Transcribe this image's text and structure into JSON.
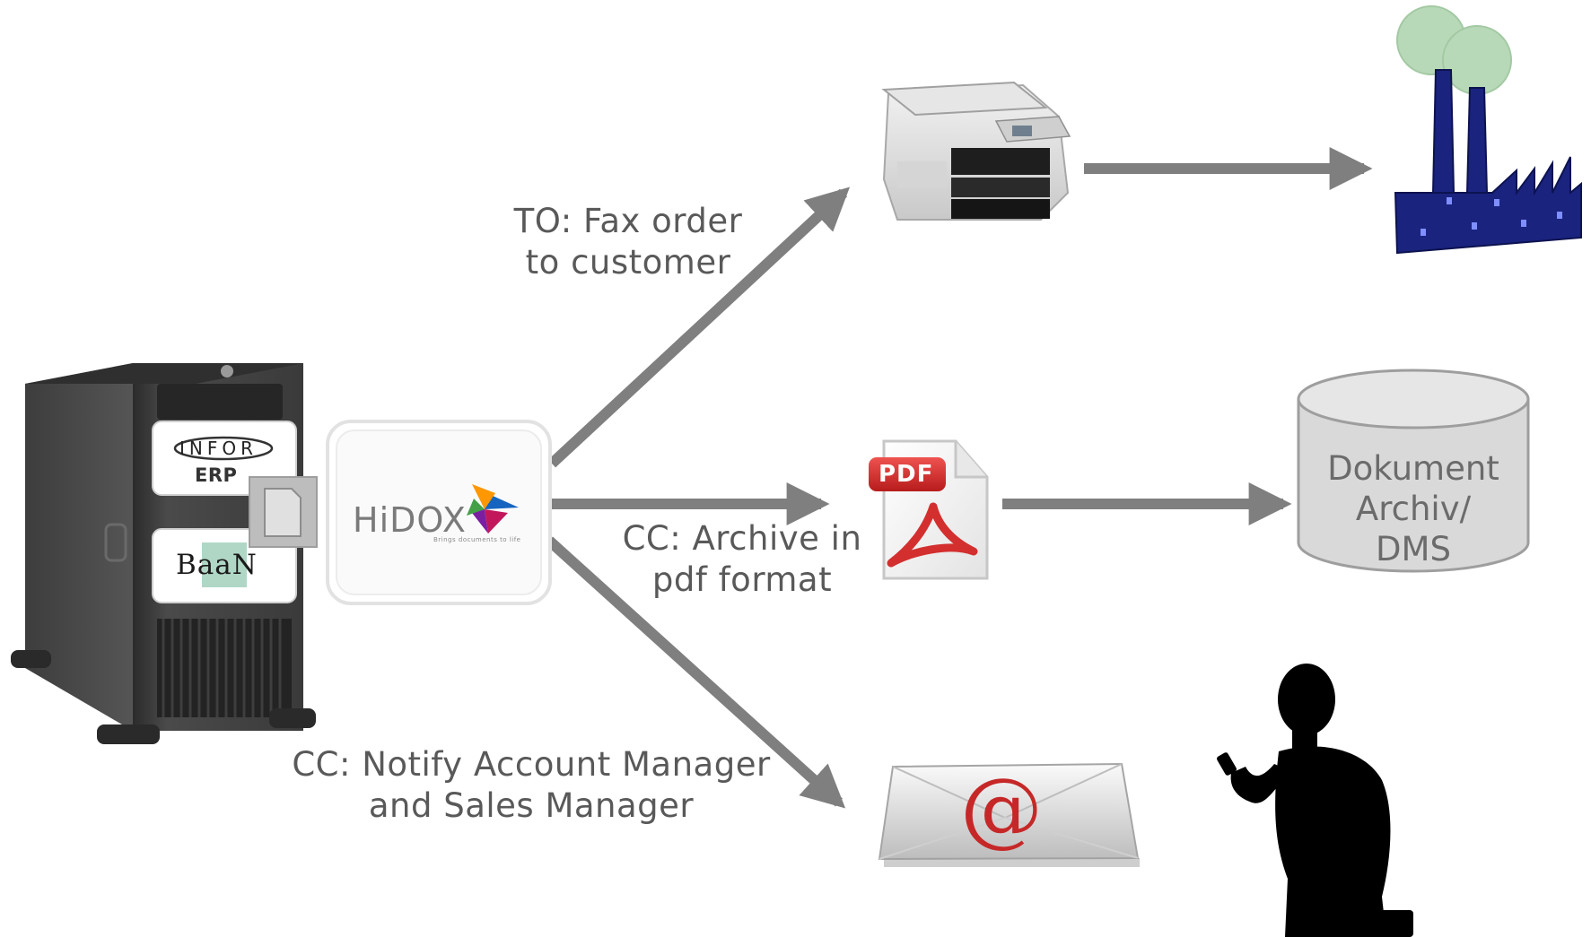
{
  "flow_labels": {
    "fax_line1": "TO: Fax order",
    "fax_line2": "to customer",
    "archive_line1": "CC: Archive in",
    "archive_line2": "pdf format",
    "notify_line1": "CC: Notify Account Manager",
    "notify_line2": "and Sales Manager"
  },
  "server": {
    "brand_top": "INFOR",
    "brand_top_sub": "ERP",
    "brand_bottom": "BaaN"
  },
  "hidox": {
    "logo_text": "HiDOX",
    "tagline": "Brings documents to life"
  },
  "pdf": {
    "badge": "PDF"
  },
  "archive": {
    "line1": "Dokument",
    "line2": "Archiv/",
    "line3": "DMS"
  },
  "email": {
    "symbol": "@"
  },
  "colors": {
    "arrow": "#7f7f7f",
    "label_text": "#595959",
    "factory": "#1a237e",
    "smoke": "#b8d9b8",
    "pdf_red": "#d32f2f",
    "hidox_text": "#7a7a7a"
  }
}
